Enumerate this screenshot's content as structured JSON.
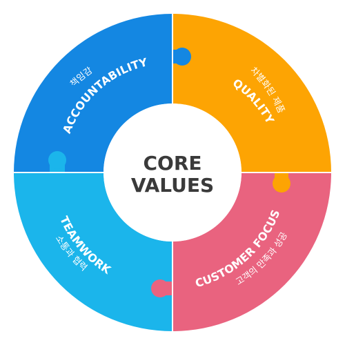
{
  "center": {
    "line1": "CORE",
    "line2": "VALUES"
  },
  "segments": [
    {
      "key": "accountability",
      "label": "ACCOUNTABILITY",
      "sublabel": "책임감",
      "color": "#1487e2"
    },
    {
      "key": "quality",
      "label": "QUALITY",
      "sublabel": "차별화된 제품",
      "color": "#fda403"
    },
    {
      "key": "customer_focus",
      "label": "CUSTOMER FOCUS",
      "sublabel": "고객의 만족과 성공",
      "color": "#e9637f"
    },
    {
      "key": "teamwork",
      "label": "TEAMWORK",
      "sublabel": "소통과 협력",
      "color": "#1bb5eb"
    }
  ],
  "colors": {
    "center_fill": "#ffffff",
    "center_text": "#3a3a3a",
    "separator": "#ffffff"
  }
}
